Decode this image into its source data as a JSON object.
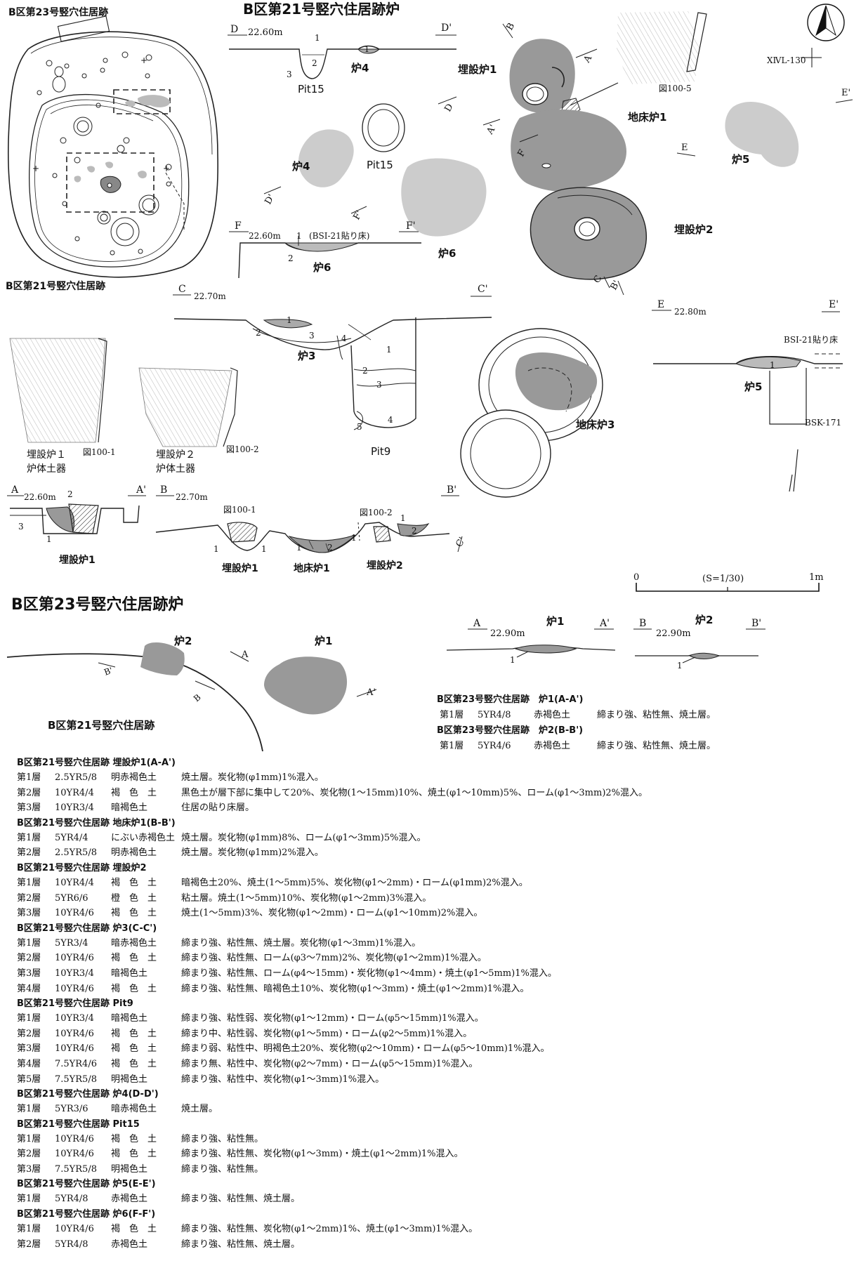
{
  "page_title": "B区第21号竪穴住居跡炉",
  "overview": {
    "top_label": "B区第23号竪穴住居跡",
    "bottom_label": "B区第21号竪穴住居跡"
  },
  "north": {
    "grid_label": "ⅩⅣL-130"
  },
  "features": {
    "maisetsu1": "埋設炉1",
    "maisetsu2": "埋設炉2",
    "jiyuka1": "地床炉1",
    "jiyuka3": "地床炉3",
    "ro3": "炉3",
    "ro4": "炉4",
    "ro5": "炉5",
    "ro6": "炉6",
    "pit15": "Pit15",
    "pit9": "Pit9",
    "fig1005": "図100-5",
    "fig1001": "図100-1",
    "fig1002": "図100-2",
    "bsk171": "BSK-171",
    "bsi21floor": "BSI-21貼り床",
    "bsi21floor_paren": "(BSI-21貼り床)"
  },
  "pots": {
    "pot1_label": [
      "埋設炉１",
      "炉体土器"
    ],
    "pot2_label": [
      "埋設炉２",
      "炉体土器"
    ]
  },
  "sections": {
    "D": {
      "left": "D",
      "right": "D'",
      "elev": "22.60m"
    },
    "F": {
      "left": "F",
      "right": "F'",
      "elev": "22.60m"
    },
    "C": {
      "left": "C",
      "right": "C'",
      "elev": "22.70m"
    },
    "E": {
      "left": "E",
      "right": "E'",
      "elev": "22.80m"
    },
    "A": {
      "left": "A",
      "right": "A'",
      "elev": "22.60m"
    },
    "B": {
      "left": "B",
      "right": "B'",
      "elev": "22.70m"
    }
  },
  "scale": {
    "zero": "0",
    "end": "1m",
    "ratio": "(S=1/30)"
  },
  "b23": {
    "title": "B区第23号竪穴住居跡炉",
    "ro1": "炉1",
    "ro2": "炉2",
    "b21label": "B区第21号竪穴住居跡",
    "secA": {
      "left": "A",
      "right": "A'",
      "elev": "22.90m",
      "name": "炉1"
    },
    "secB": {
      "left": "B",
      "right": "B'",
      "elev": "22.90m",
      "name": "炉2"
    },
    "notes": [
      {
        "h": "B区第23号竪穴住居跡　炉1(A-A')"
      },
      {
        "r": [
          "第1層",
          "5YR4/8",
          "赤褐色土",
          "締まり強、粘性無、焼土層。"
        ]
      },
      {
        "h": "B区第23号竪穴住居跡　炉2(B-B')"
      },
      {
        "r": [
          "第1層",
          "5YR4/6",
          "赤褐色土",
          "締まり強、粘性無、焼土層。"
        ]
      }
    ]
  },
  "legend": [
    {
      "h": "B区第21号竪穴住居跡 埋設炉1(A-A')"
    },
    {
      "r": [
        "第1層",
        "2.5YR5/8",
        "明赤褐色土",
        "焼土層。炭化物(φ1mm)1%混入。"
      ]
    },
    {
      "r": [
        "第2層",
        "10YR4/4",
        "褐　色　土",
        "黒色土が層下部に集中して20%、炭化物(1～15mm)10%、焼土(φ1～10mm)5%、ローム(φ1～3mm)2%混入。"
      ]
    },
    {
      "r": [
        "第3層",
        "10YR3/4",
        "暗褐色土",
        "住居の貼り床層。"
      ]
    },
    {
      "h": "B区第21号竪穴住居跡 地床炉1(B-B')"
    },
    {
      "r": [
        "第1層",
        "5YR4/4",
        "にぶい赤褐色土",
        "焼土層。炭化物(φ1mm)8%、ローム(φ1～3mm)5%混入。"
      ]
    },
    {
      "r": [
        "第2層",
        "2.5YR5/8",
        "明赤褐色土",
        "焼土層。炭化物(φ1mm)2%混入。"
      ]
    },
    {
      "h": "B区第21号竪穴住居跡 埋設炉2"
    },
    {
      "r": [
        "第1層",
        "10YR4/4",
        "褐　色　土",
        "暗褐色土20%、焼土(1～5mm)5%、炭化物(φ1～2mm)・ローム(φ1mm)2%混入。"
      ]
    },
    {
      "r": [
        "第2層",
        "5YR6/6",
        "橙　色　土",
        "粘土層。焼土(1～5mm)10%、炭化物(φ1～2mm)3%混入。"
      ]
    },
    {
      "r": [
        "第3層",
        "10YR4/6",
        "褐　色　土",
        "焼土(1～5mm)3%、炭化物(φ1～2mm)・ローム(φ1～10mm)2%混入。"
      ]
    },
    {
      "h": "B区第21号竪穴住居跡 炉3(C-C')"
    },
    {
      "r": [
        "第1層",
        "5YR3/4",
        "暗赤褐色土",
        "締まり強、粘性無、焼土層。炭化物(φ1～3mm)1%混入。"
      ]
    },
    {
      "r": [
        "第2層",
        "10YR4/6",
        "褐　色　土",
        "締まり強、粘性無、ローム(φ3～7mm)2%、炭化物(φ1～2mm)1%混入。"
      ]
    },
    {
      "r": [
        "第3層",
        "10YR3/4",
        "暗褐色土",
        "締まり強、粘性無、ローム(φ4～15mm)・炭化物(φ1～4mm)・焼土(φ1～5mm)1%混入。"
      ]
    },
    {
      "r": [
        "第4層",
        "10YR4/6",
        "褐　色　土",
        "締まり強、粘性無、暗褐色土10%、炭化物(φ1～3mm)・焼土(φ1～2mm)1%混入。"
      ]
    },
    {
      "h": "B区第21号竪穴住居跡 Pit9"
    },
    {
      "r": [
        "第1層",
        "10YR3/4",
        "暗褐色土",
        "締まり強、粘性弱、炭化物(φ1～12mm)・ローム(φ5～15mm)1%混入。"
      ]
    },
    {
      "r": [
        "第2層",
        "10YR4/6",
        "褐　色　土",
        "締まり中、粘性弱、炭化物(φ1～5mm)・ローム(φ2～5mm)1%混入。"
      ]
    },
    {
      "r": [
        "第3層",
        "10YR4/6",
        "褐　色　土",
        "締まり弱、粘性中、明褐色土20%、炭化物(φ2～10mm)・ローム(φ5～10mm)1%混入。"
      ]
    },
    {
      "r": [
        "第4層",
        "7.5YR4/6",
        "褐　色　土",
        "締まり無、粘性中、炭化物(φ2～7mm)・ローム(φ5～15mm)1%混入。"
      ]
    },
    {
      "r": [
        "第5層",
        "7.5YR5/8",
        "明褐色土",
        "締まり強、粘性中、炭化物(φ1～3mm)1%混入。"
      ]
    },
    {
      "h": "B区第21号竪穴住居跡 炉4(D-D')"
    },
    {
      "r": [
        "第1層",
        "5YR3/6",
        "暗赤褐色土",
        "焼土層。"
      ]
    },
    {
      "h": "B区第21号竪穴住居跡 Pit15"
    },
    {
      "r": [
        "第1層",
        "10YR4/6",
        "褐　色　土",
        "締まり強、粘性無。"
      ]
    },
    {
      "r": [
        "第2層",
        "10YR4/6",
        "褐　色　土",
        "締まり強、粘性無、炭化物(φ1～3mm)・焼土(φ1～2mm)1%混入。"
      ]
    },
    {
      "r": [
        "第3層",
        "7.5YR5/8",
        "明褐色土",
        "締まり強、粘性無。"
      ]
    },
    {
      "h": "B区第21号竪穴住居跡 炉5(E-E')"
    },
    {
      "r": [
        "第1層",
        "5YR4/8",
        "赤褐色土",
        "締まり強、粘性無、焼土層。"
      ]
    },
    {
      "h": "B区第21号竪穴住居跡 炉6(F-F')"
    },
    {
      "r": [
        "第1層",
        "10YR4/6",
        "褐　色　土",
        "締まり強、粘性無、炭化物(φ1～2mm)1%、焼土(φ1～3mm)1%混入。"
      ]
    },
    {
      "r": [
        "第2層",
        "5YR4/8",
        "赤褐色土",
        "締まり強、粘性無、焼土層。"
      ]
    }
  ]
}
